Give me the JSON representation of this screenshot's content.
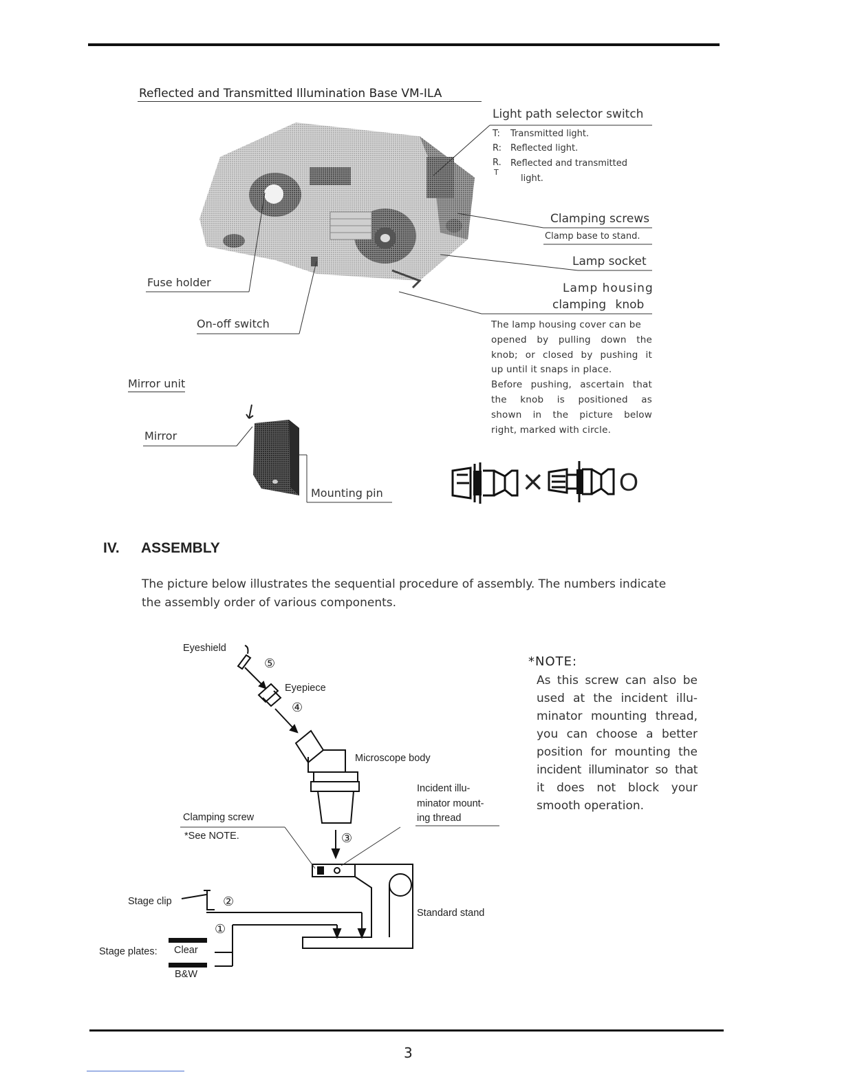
{
  "page": {
    "number": "3"
  },
  "base_section": {
    "title": "Reflected and Transmitted Illumination Base VM-ILA",
    "light_path": {
      "label": "Light path selector switch",
      "t_code": "T:",
      "t_text": "Transmitted light.",
      "r_code": "R:",
      "r_text": "Reflected light.",
      "rt_code_top": "R.",
      "rt_code_bottom": "T",
      "rt_text_1": "Reflected and transmitted",
      "rt_text_2": "light."
    },
    "clamping_screws": {
      "label": "Clamping screws",
      "desc": "Clamp base to stand."
    },
    "lamp_socket": {
      "label": "Lamp socket"
    },
    "lamp_housing": {
      "label_1": "Lamp housing",
      "label_2": "clamping knob",
      "desc": [
        "The lamp housing cover can be",
        "opened by pulling down the",
        "knob; or closed by pushing it",
        "up until it snaps in place.",
        "Before pushing, ascertain that",
        "the knob is positioned as",
        "shown in the picture below",
        "right, marked with circle."
      ],
      "wrong_mark": "×",
      "right_mark": "O"
    },
    "fuse_holder": "Fuse holder",
    "onoff_switch": "On-off switch",
    "mirror_unit": "Mirror unit",
    "mirror": "Mirror",
    "mounting_pin": "Mounting pin"
  },
  "assembly": {
    "heading_num": "IV.",
    "heading": "ASSEMBLY",
    "intro_1": "The picture below illustrates the sequential procedure of assembly. The numbers indicate",
    "intro_2": "the assembly order of various components.",
    "labels": {
      "eyeshield": "Eyeshield",
      "eyepiece": "Eyepiece",
      "microscope_body": "Microscope body",
      "incident_1": "Incident illu-",
      "incident_2": "minator mount-",
      "incident_3": "ing thread",
      "clamping_screw": "Clamping screw",
      "see_note": "*See NOTE.",
      "stage_clip": "Stage clip",
      "standard_stand": "Standard stand",
      "stage_plates": "Stage plates:",
      "clear": "Clear",
      "bw": "B&W"
    },
    "steps": [
      "①",
      "②",
      "③",
      "④",
      "⑤"
    ],
    "note": {
      "title": "*NOTE:",
      "lines": [
        "As this screw can also be",
        "used at the incident illu-",
        "minator mounting thread,",
        "you can choose a better",
        "position for mounting the",
        "incident illuminator so that",
        "it does not block your",
        "smooth operation."
      ]
    }
  },
  "icons": {
    "base_photo": "illumination-base-photo",
    "mirror_photo": "mirror-unit-photo",
    "knob_wrong": "knob-wrong-position-icon",
    "knob_right": "knob-correct-position-icon"
  },
  "colors": {
    "ink": "#222222",
    "photo": "#bdbdbd"
  }
}
